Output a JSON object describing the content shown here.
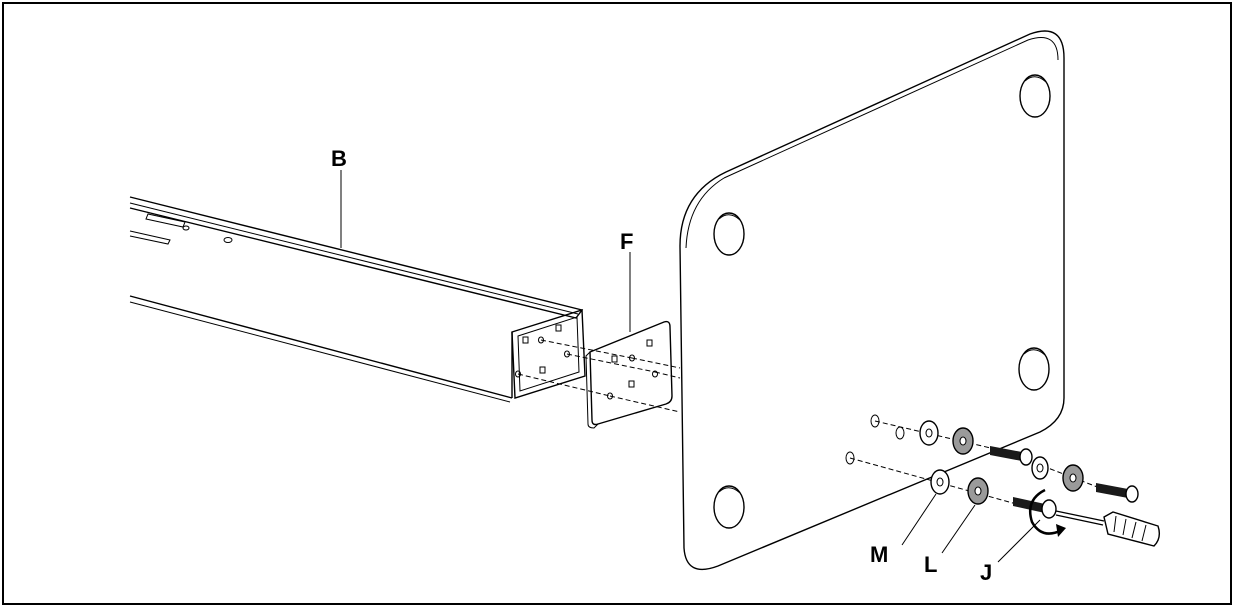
{
  "labels": {
    "beam": "B",
    "bracket": "F",
    "washer_small": "M",
    "washer_large": "L",
    "screw": "J"
  },
  "colors": {
    "line": "#000000",
    "washer_fill": "#9a9a9a",
    "screw_fill": "#1a1a1a",
    "background": "#ffffff"
  },
  "icons": [
    "beam-part",
    "bracket-plate",
    "tabletop-plate",
    "washer-icon",
    "screw-icon",
    "screwdriver-icon",
    "rotation-arrow-icon"
  ]
}
